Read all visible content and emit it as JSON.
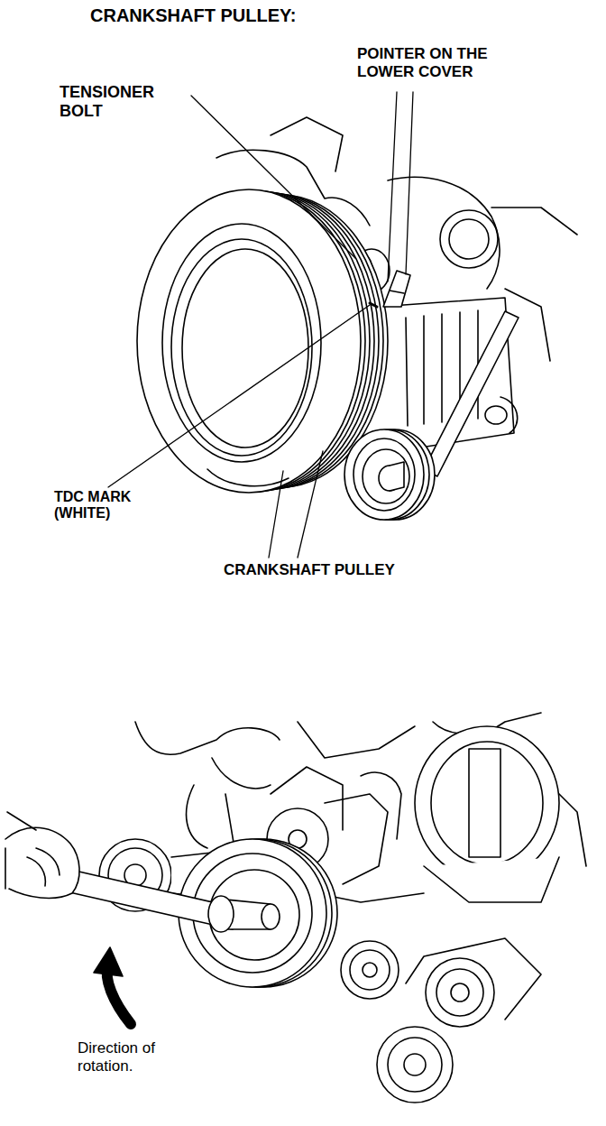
{
  "diagram": {
    "title": "CRANKSHAFT PULLEY:",
    "labels": [
      "TENSIONER BOLT",
      "POINTER ON THE LOWER COVER",
      "TDC MARK (WHITE)",
      "CRANKSHAFT PULLEY",
      "Direction of rotation."
    ]
  }
}
